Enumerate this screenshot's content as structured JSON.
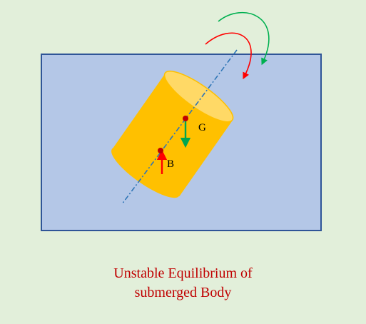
{
  "labels": {
    "center_of_gravity": "G",
    "center_of_buoyancy": "B"
  },
  "caption": {
    "line1": "Unstable Equilibrium of",
    "line2": "submerged Body"
  },
  "colors": {
    "background": "#e2efda",
    "water_fill": "#b4c7e7",
    "water_border": "#2f5597",
    "body_fill": "#ffc000",
    "body_top_face": "#ffd966",
    "axis_line": "#2e75b6",
    "point_marker": "#c00000",
    "weight_arrow": "#00a651",
    "buoyancy_arrow": "#ff0000",
    "moment_arrow_red": "#ff0000",
    "moment_arrow_green": "#00b050",
    "caption_text": "#c00000"
  }
}
